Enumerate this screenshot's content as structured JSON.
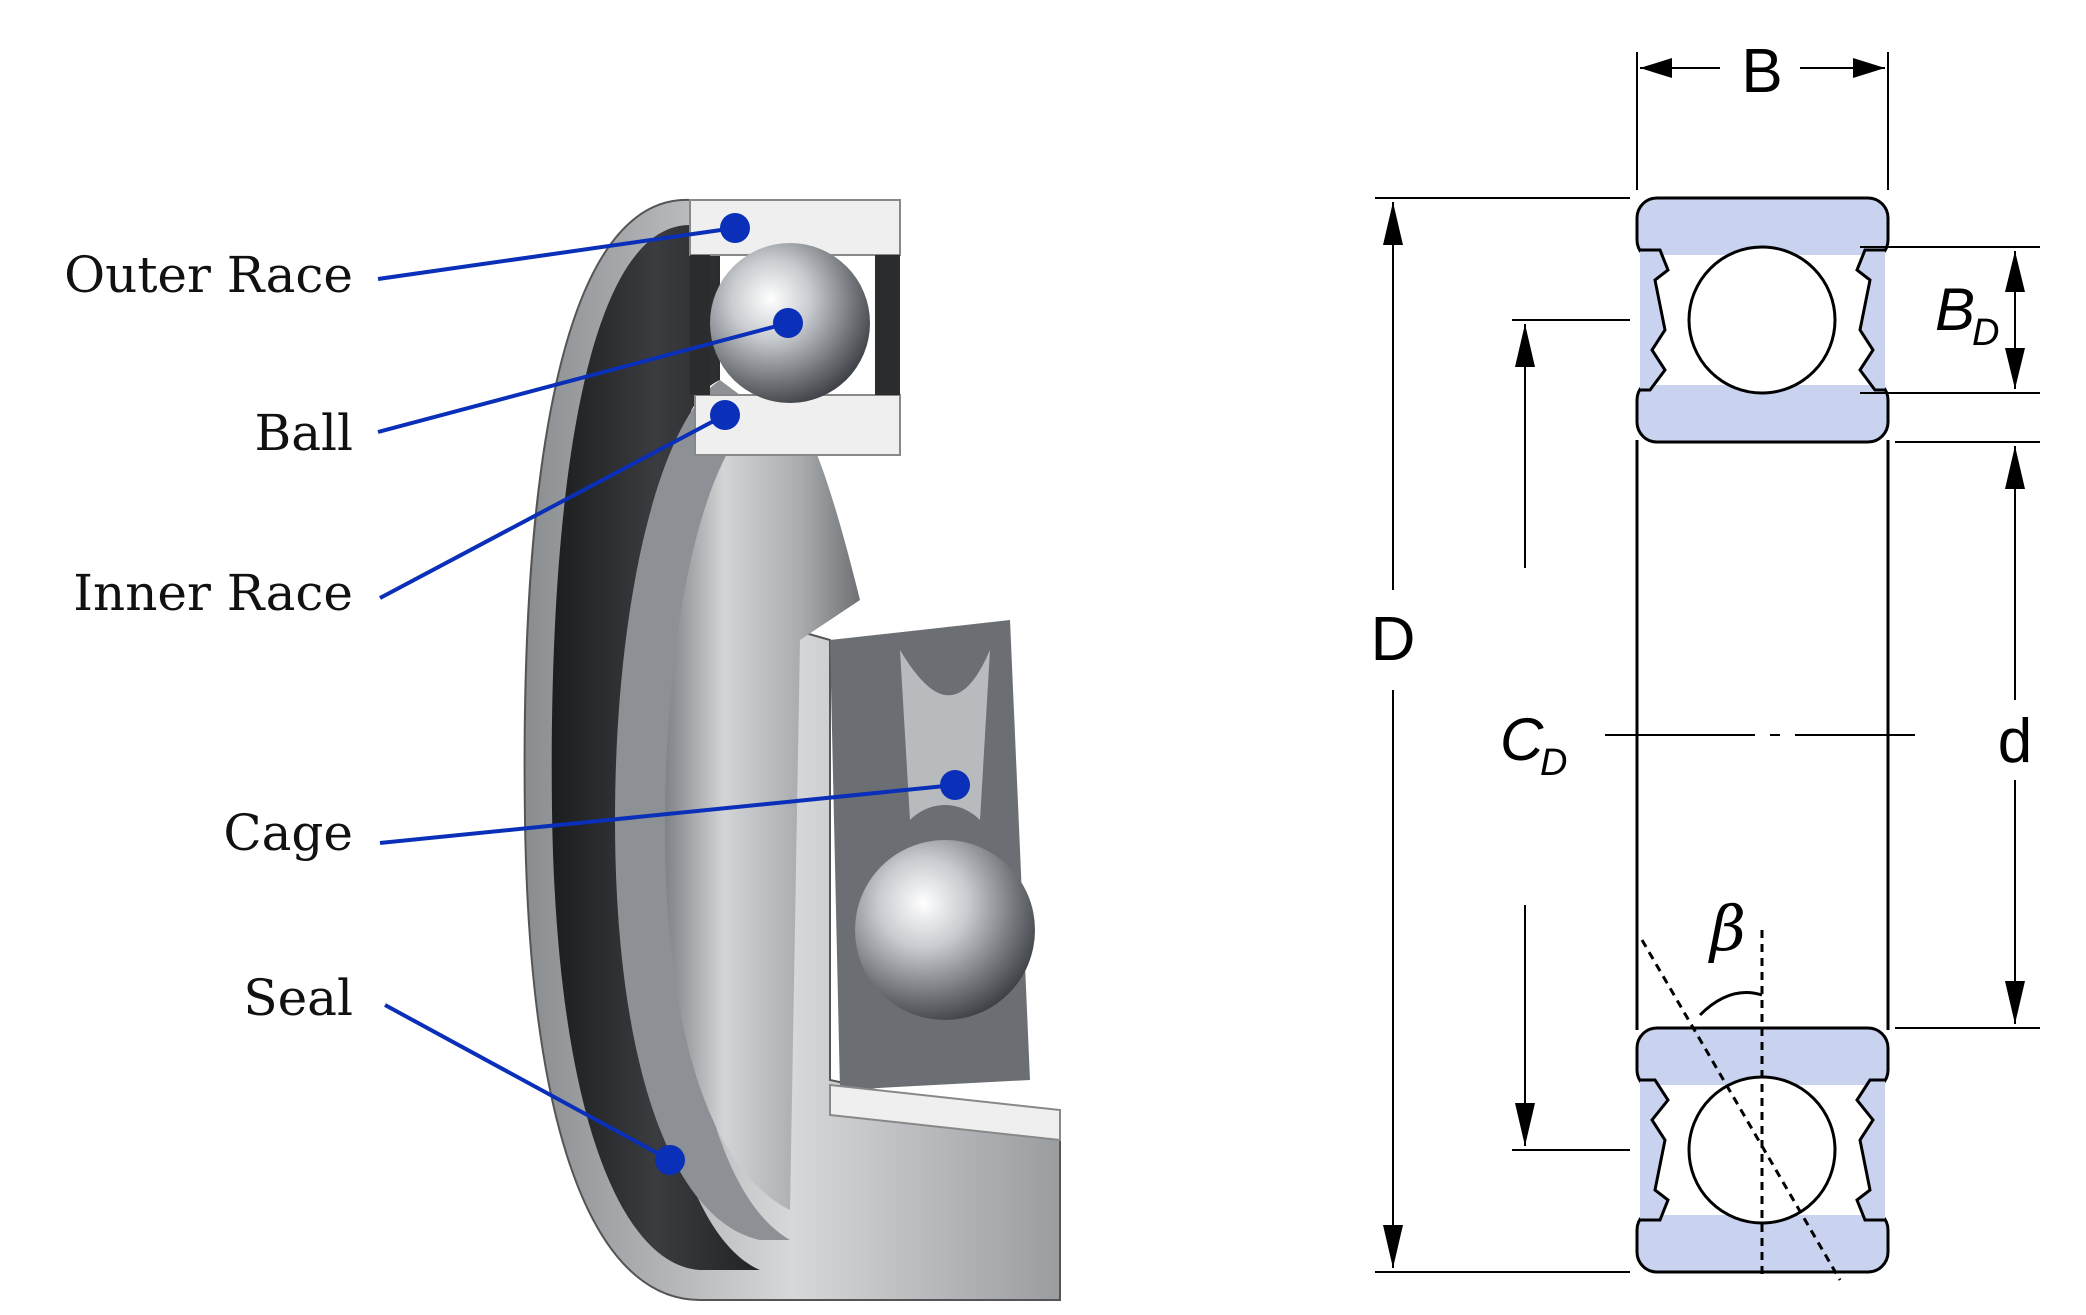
{
  "labels": {
    "outer_race": "Outer Race",
    "ball": "Ball",
    "inner_race": "Inner Race",
    "cage": "Cage",
    "seal": "Seal"
  },
  "dimensions": {
    "B": "B",
    "D": "D",
    "d": "d",
    "BD_main": "B",
    "BD_sub": "D",
    "CD_main": "C",
    "CD_sub": "D",
    "beta": "β"
  },
  "colors": {
    "leader": "#0a2fb8",
    "dot": "#0a2fb8",
    "race_fill": "#c9d3ef",
    "outline": "#000000"
  }
}
